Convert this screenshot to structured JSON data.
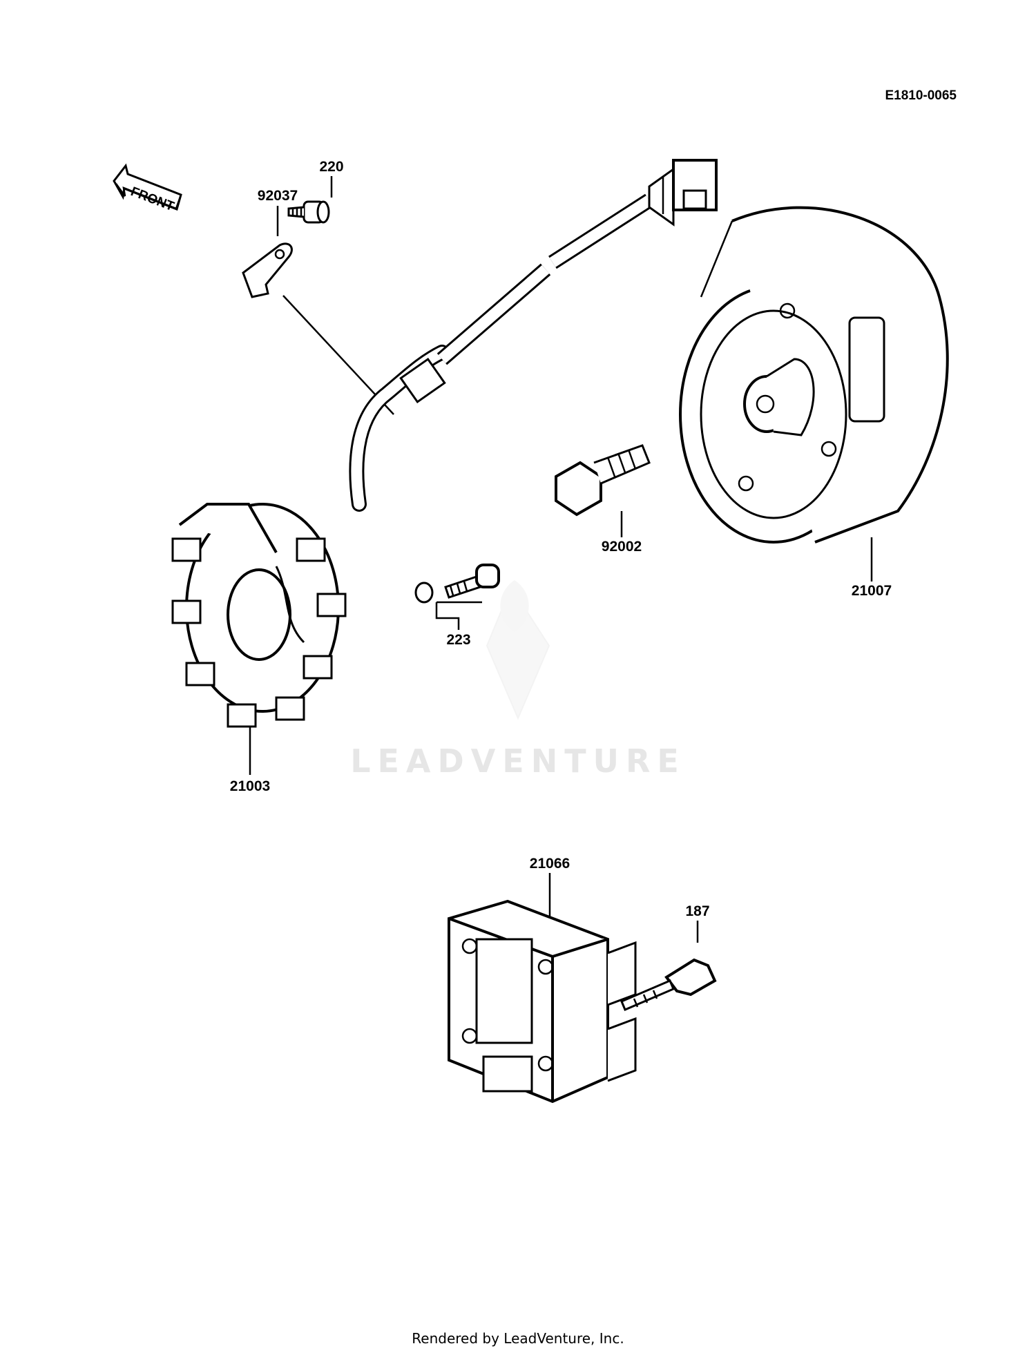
{
  "diagram": {
    "code": "E1810-0065",
    "front_label": "FRONT",
    "watermark": "LEADVENTURE",
    "footer": "Rendered by LeadVenture, Inc.",
    "parts": {
      "p220": "220",
      "p92037": "92037",
      "p92002": "92002",
      "p21007": "21007",
      "p223": "223",
      "p21003": "21003",
      "p21066": "21066",
      "p187": "187"
    }
  }
}
